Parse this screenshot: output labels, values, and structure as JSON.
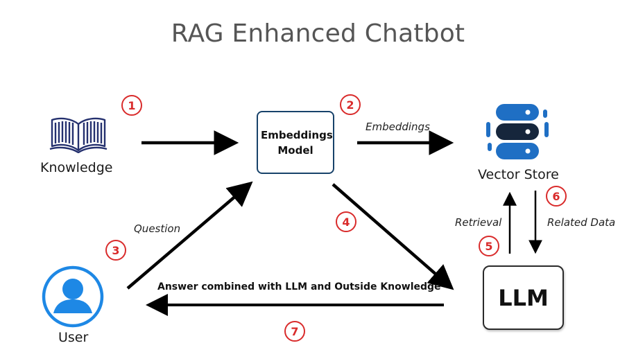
{
  "title": "RAG Enhanced Chatbot",
  "nodes": {
    "knowledge": "Knowledge",
    "embeddings_model": "Embeddings Model",
    "vector_store": "Vector Store",
    "llm": "LLM",
    "user": "User"
  },
  "edge_labels": {
    "embeddings": "Embeddings",
    "question": "Question",
    "retrieval": "Retrieval",
    "related_data": "Related Data",
    "answer": "Answer combined with LLM and Outside Knowledge"
  },
  "steps": [
    "1",
    "2",
    "3",
    "4",
    "5",
    "6",
    "7"
  ],
  "colors": {
    "step_red": "#d92b2b",
    "book_navy": "#24306e",
    "embeddings_border": "#17426a",
    "db_blue": "#1f6fc4",
    "db_dark": "#16263c",
    "user_blue": "#1e88e5",
    "arrow": "#000000"
  },
  "icons": {
    "knowledge": "book-icon",
    "vector_store": "database-icon",
    "user": "user-avatar-icon"
  }
}
